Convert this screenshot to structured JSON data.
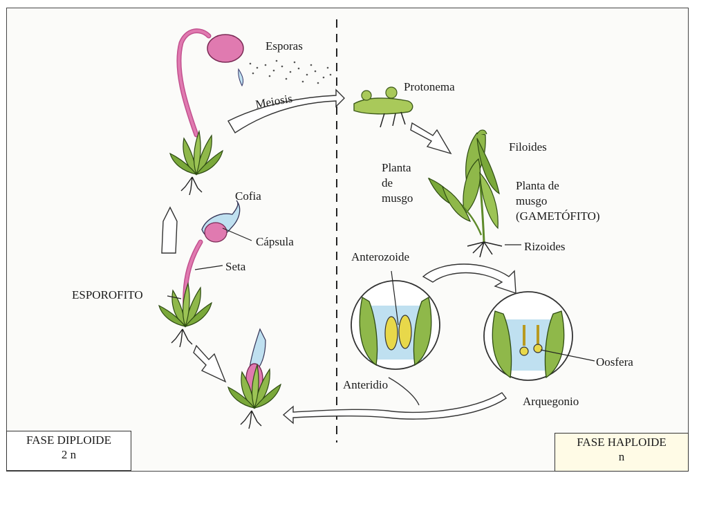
{
  "labels": {
    "esporas": "Esporas",
    "meiosis": "Meiosis",
    "protonema": "Protonema",
    "filoides": "Filoides",
    "planta_musgo_left": [
      "Planta",
      "de",
      "musgo"
    ],
    "planta_musgo_right": [
      "Planta de",
      "musgo",
      "(GAMETÓFITO)"
    ],
    "rizoides": "Rizoides",
    "cofia": "Cofia",
    "capsula": "Cápsula",
    "seta": "Seta",
    "esporofito": "ESPOROFITO",
    "anterozoide": "Anterozoide",
    "oosfera": "Oosfera",
    "anteridio": "Anteridio",
    "arquegonio": "Arquegonio"
  },
  "phases": {
    "diploid": {
      "title": "FASE DIPLOIDE",
      "ploidy": "2 n"
    },
    "haploid": {
      "title": "FASE HAPLOIDE",
      "ploidy": "n"
    }
  },
  "colors": {
    "leaf": "#8fb84a",
    "leaf_dark": "#5e8a2a",
    "pink": "#e07ab0",
    "water": "#bfe0f0",
    "yellow": "#e8d84a",
    "haploid_box": "#fffbe6"
  }
}
